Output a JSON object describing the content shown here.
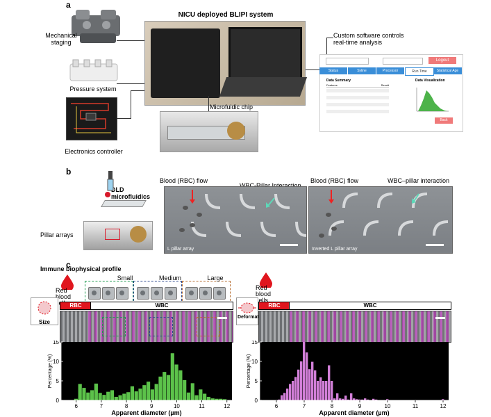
{
  "panel_a": {
    "letter": "a",
    "title": "NICU deployed BLIPI system",
    "left_labels": [
      "Mechanical staging",
      "Pressure system",
      "Electronics controller"
    ],
    "chip_label": "Microfuidic chip",
    "software_label": "Custom software controls real-time analysis",
    "software": {
      "tabs": [
        "Status",
        "Syline",
        "Processor",
        "Run Time",
        "Statistical Age"
      ],
      "logout": "Logout",
      "summary_title": "Data Summary",
      "viz_title": "Data Visualization",
      "table_header": [
        "Features",
        "Result"
      ],
      "back": "Back"
    }
  },
  "panel_b": {
    "letter": "b",
    "left_title": "DLD microfluidics",
    "pillar_label": "Pillar arrays",
    "img1": {
      "top_left": "Blood (RBC) flow",
      "top_right": "WBC-Pillar Interaction",
      "caption": "L pillar array"
    },
    "img2": {
      "top_left": "Blood (RBC) flow",
      "top_right": "WBC–pillar interaction",
      "caption": "Inverted L pillar array"
    }
  },
  "panel_c": {
    "letter": "c",
    "title": "Immune biophysical profile",
    "size_groups": [
      "Small",
      "Medium",
      "Large"
    ],
    "left": {
      "legend": "Red blood cells",
      "rbc": "RBC",
      "wbc": "WBC",
      "icon_label": "Size"
    },
    "right": {
      "legend": "Red blood cells",
      "rbc": "RBC",
      "wbc": "WBC",
      "icon_label": "Deformation"
    },
    "colors": {
      "left_bars": "#5cc24a",
      "right_bars": "#d27fd8",
      "rbc": "#e0161e",
      "small": "#1c9a4e",
      "medium": "#2c4a8f",
      "large": "#b56a2c"
    }
  },
  "chart_data": [
    {
      "type": "bar",
      "title": "",
      "xlabel": "Apparent diameter (µm)",
      "ylabel": "Percentage (%)",
      "xlim": [
        5.4,
        12.2
      ],
      "ylim": [
        0,
        15
      ],
      "xticks": [
        6,
        7,
        8,
        9,
        10,
        11,
        12
      ],
      "yticks": [
        0,
        5,
        10,
        15
      ],
      "bin_width": 0.16,
      "x": [
        6.0,
        6.16,
        6.32,
        6.48,
        6.64,
        6.8,
        6.96,
        7.12,
        7.28,
        7.44,
        7.6,
        7.76,
        7.92,
        8.08,
        8.24,
        8.4,
        8.56,
        8.72,
        8.88,
        9.04,
        9.2,
        9.36,
        9.52,
        9.68,
        9.84,
        10.0,
        10.16,
        10.32,
        10.48,
        10.64,
        10.8,
        10.96,
        11.12,
        11.28,
        11.44,
        11.6,
        11.76,
        11.92,
        12.08
      ],
      "values": [
        0.4,
        4.2,
        3.2,
        2.0,
        2.6,
        4.3,
        1.9,
        1.4,
        2.2,
        2.6,
        0.9,
        1.3,
        1.7,
        2.1,
        3.6,
        2.3,
        3.0,
        3.9,
        4.8,
        2.8,
        4.2,
        6.1,
        7.3,
        6.5,
        12.1,
        9.2,
        7.7,
        5.2,
        2.0,
        4.4,
        1.3,
        2.8,
        1.7,
        0.9,
        0.5,
        0.4,
        0.4,
        0.3,
        0.0
      ]
    },
    {
      "type": "bar",
      "title": "",
      "xlabel": "Apparent diameter (µm)",
      "ylabel": "Percentage (%)",
      "xlim": [
        5.4,
        12.2
      ],
      "ylim": [
        0,
        15
      ],
      "xticks": [
        6,
        7,
        8,
        9,
        10,
        11,
        12
      ],
      "yticks": [
        0,
        5,
        10,
        15
      ],
      "bin_width": 0.1,
      "x": [
        6.0,
        6.1,
        6.2,
        6.3,
        6.4,
        6.5,
        6.6,
        6.7,
        6.8,
        6.9,
        7.0,
        7.1,
        7.2,
        7.3,
        7.4,
        7.5,
        7.6,
        7.7,
        7.8,
        7.9,
        8.0,
        8.1,
        8.2,
        8.3,
        8.4,
        8.5,
        8.6,
        8.7,
        8.8,
        8.9,
        9.0,
        9.1,
        9.2,
        9.3,
        9.4,
        9.5,
        9.6,
        9.7,
        9.8,
        9.9,
        10.0,
        10.1,
        10.2,
        10.3,
        10.4,
        10.5,
        10.6,
        10.7,
        10.8,
        10.9,
        11.0,
        11.1,
        11.2,
        11.3,
        11.4,
        11.5,
        11.6,
        11.7,
        11.8,
        11.9,
        12.0
      ],
      "values": [
        0.0,
        0.2,
        1.3,
        1.9,
        3.0,
        4.2,
        5.0,
        6.0,
        7.9,
        10.0,
        15.0,
        12.3,
        8.0,
        9.9,
        7.7,
        5.0,
        5.9,
        5.0,
        5.0,
        9.0,
        5.0,
        0.5,
        1.8,
        0.5,
        0.4,
        1.2,
        0.2,
        1.8,
        0.5,
        0.3,
        0.2,
        0.2,
        0.5,
        0.2,
        0.0,
        0.4,
        0.2,
        0.0,
        0.0,
        0.0,
        0.3,
        0.0,
        0.0,
        0.0,
        0.0,
        0.0,
        0.0,
        0.0,
        0.0,
        0.0,
        0.0,
        0.0,
        0.0,
        0.0,
        0.0,
        0.0,
        0.0,
        0.0,
        0.0,
        0.0,
        0.3
      ]
    }
  ]
}
